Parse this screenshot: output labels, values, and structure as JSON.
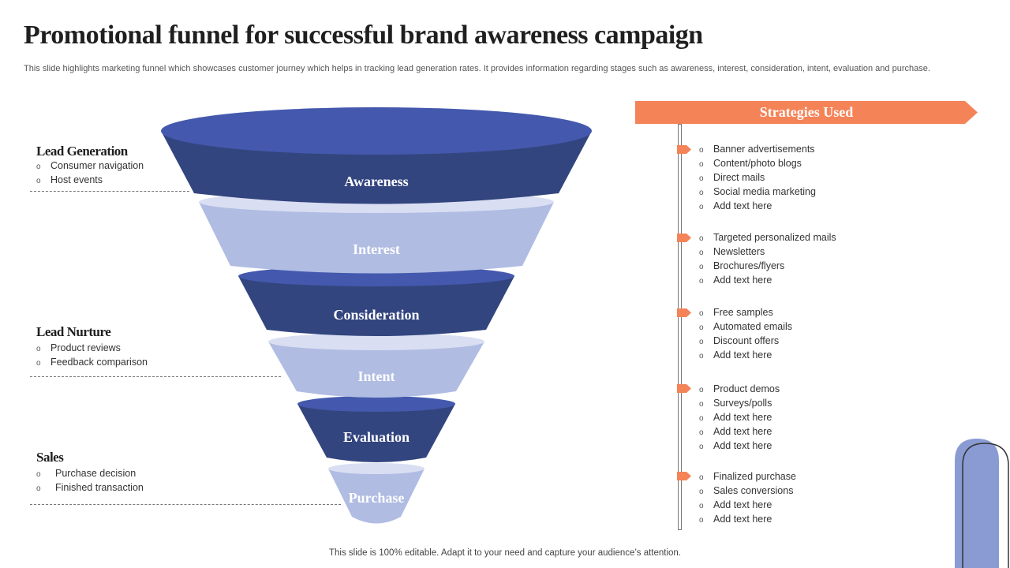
{
  "title": "Promotional funnel for successful brand awareness campaign",
  "subtitle": "This slide highlights marketing funnel which showcases customer journey which helps in tracking lead generation rates. It provides information regarding stages such as awareness, interest, consideration, intent, evaluation and purchase.",
  "funnel": {
    "stages": [
      "Awareness",
      "Interest",
      "Consideration",
      "Intent",
      "Evaluation",
      "Purchase"
    ],
    "colors": {
      "dark": "#33457f",
      "dark_top": "#4459ad",
      "light": "#b0bce2",
      "light_top": "#d9def2"
    }
  },
  "left_groups": [
    {
      "heading": "Lead Generation",
      "items": [
        "Consumer navigation",
        "Host events"
      ]
    },
    {
      "heading": "Lead Nurture",
      "items": [
        "Product reviews",
        "Feedback comparison"
      ]
    },
    {
      "heading": "Sales",
      "items": [
        "Purchase decision",
        "Finished transaction"
      ]
    }
  ],
  "bullet": "o",
  "strategies": {
    "heading": "Strategies Used",
    "accent": "#f58358",
    "groups": [
      [
        "Banner advertisements",
        "Content/photo  blogs",
        "Direct mails",
        "Social media marketing",
        "Add text here"
      ],
      [
        "Targeted  personalized mails",
        "Newsletters",
        "Brochures/flyers",
        "Add text here"
      ],
      [
        "Free samples",
        "Automated emails",
        "Discount offers",
        "Add text here"
      ],
      [
        "Product demos",
        "Surveys/polls",
        "Add text here",
        "Add text here",
        "Add text here"
      ],
      [
        "Finalized purchase",
        "Sales conversions",
        "Add text here",
        "Add text here"
      ]
    ]
  },
  "footer": "This slide is 100% editable. Adapt it to your need and capture your audience’s attention."
}
